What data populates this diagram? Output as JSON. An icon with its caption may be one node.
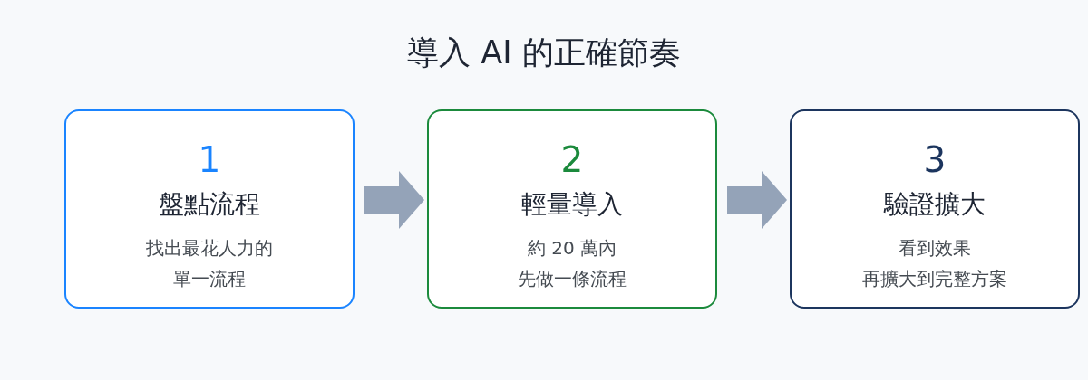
{
  "diagram": {
    "title": "導入 AI 的正確節奏",
    "nodes": [
      {
        "text": [
          "1",
          "盤點流程",
          "找出最花人力的單一流程"
        ]
      },
      {
        "text": [
          "2",
          "輕量導入",
          "約 20 萬內先做一條流程"
        ]
      },
      {
        "text": [
          "3",
          "驗證擴大",
          "看到效果再擴大到完整方案"
        ]
      }
    ],
    "edges": [
      {
        "from": 0,
        "to": 1,
        "arrow": "to"
      },
      {
        "from": 1,
        "to": 2,
        "arrow": "to"
      }
    ]
  }
}
